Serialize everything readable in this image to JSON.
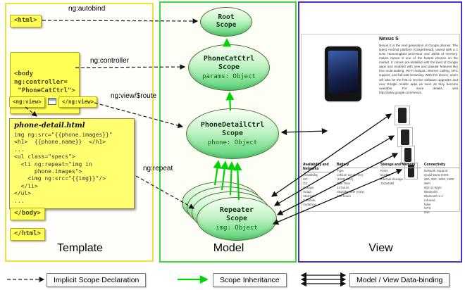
{
  "panels": {
    "template": {
      "label": "Template"
    },
    "model": {
      "label": "Model"
    },
    "view": {
      "label": "View"
    }
  },
  "template": {
    "html_open": "<html>",
    "body_open_lines": [
      "<body",
      "ng:controller=",
      " \"PhoneCatCtrl\">"
    ],
    "ng_view_open": "<ng:view>",
    "ng_view_close": "</ng:view>",
    "code_box": {
      "title": "phone-detail.html",
      "lines": [
        "img ng:src=\"{{phone.images}}\"",
        "<h1>  {{phone.name}}  </h1>",
        "...",
        "<ul class=\"specs\">",
        "  <li ng:repeat=\"img in",
        "      phone.images\">",
        "    <img ng:src=\"{{img}}\"/>",
        "  </li>",
        "</ul>",
        "..."
      ]
    },
    "body_close": "</body>",
    "html_close": "</html>"
  },
  "annotations": {
    "autobind": "ng:autobind",
    "controller": "ng:controller",
    "view_route": "ng:view/$route",
    "repeat": "ng:repeat"
  },
  "scopes": {
    "root": {
      "line1": "Root",
      "line2": "Scope"
    },
    "phonecat": {
      "line1": "PhoneCatCtrl",
      "line2": "Scope",
      "detail": "params: Object"
    },
    "phonedetail": {
      "line1": "PhoneDetailCtrl",
      "line2": "Scope",
      "detail": "phone: Object"
    },
    "repeater": {
      "line1": "Repeater",
      "line2": "Scope",
      "detail": "img: Object"
    }
  },
  "view": {
    "product_title": "Nexus S",
    "description": "Nexus S is the next generation of Google phones. The latest Android platform (Gingerbread), paired with a 1 GHz Hummingbird processor and 16GB of memory, makes Nexus S one of the fastest phones on the market. It comes pre-installed with the best of Google apps and enabled with new and popular features like true multi-tasking, Wi-Fi hotspot, Internet Calling, NFC support, and full web browsing. With this device, users will also be the first to receive software upgrades and new Google mobile apps as soon as they become available. For more details, visit http://www.google.com/nexus.",
    "spec_columns": [
      {
        "heading": "Availability and Networks",
        "items": [
          "Availability",
          "M7,",
          "O2,",
          "Orange,",
          "Snapl,",
          "StarHub,",
          "T-Mobile,",
          "Vodafone"
        ]
      },
      {
        "heading": "Battery",
        "items": [
          "Type",
          "Lithium Ion (Li-Ion)",
          "(1500 mAh)",
          "Talk Time",
          "14 hours",
          "Standby time (max)",
          "300 hours"
        ]
      },
      {
        "heading": "Storage and Memory",
        "items": [
          "RAM",
          "512MB",
          "Internal Storage",
          "16384MB"
        ]
      },
      {
        "heading": "Connectivity",
        "items": [
          "Network Support",
          "Quad-band GSM:",
          "850, 900, 1800, 1900",
          "WiFi",
          "802.11 b/g/n",
          "Bluetooth",
          "Bluetooth 2.1",
          "Infrared",
          "false",
          "GPS",
          "true"
        ]
      }
    ]
  },
  "legend": {
    "implicit": "Implicit Scope Declaration",
    "inheritance": "Scope Inheritance",
    "binding": "Model / View Data-binding"
  },
  "colors": {
    "template_border": "#ece23a",
    "model_border": "#3ddc3d",
    "view_border": "#4a2ecf",
    "tag_background": "#ffff55",
    "scope_green": "#58d276",
    "inheritance_arrow": "#00d400"
  }
}
